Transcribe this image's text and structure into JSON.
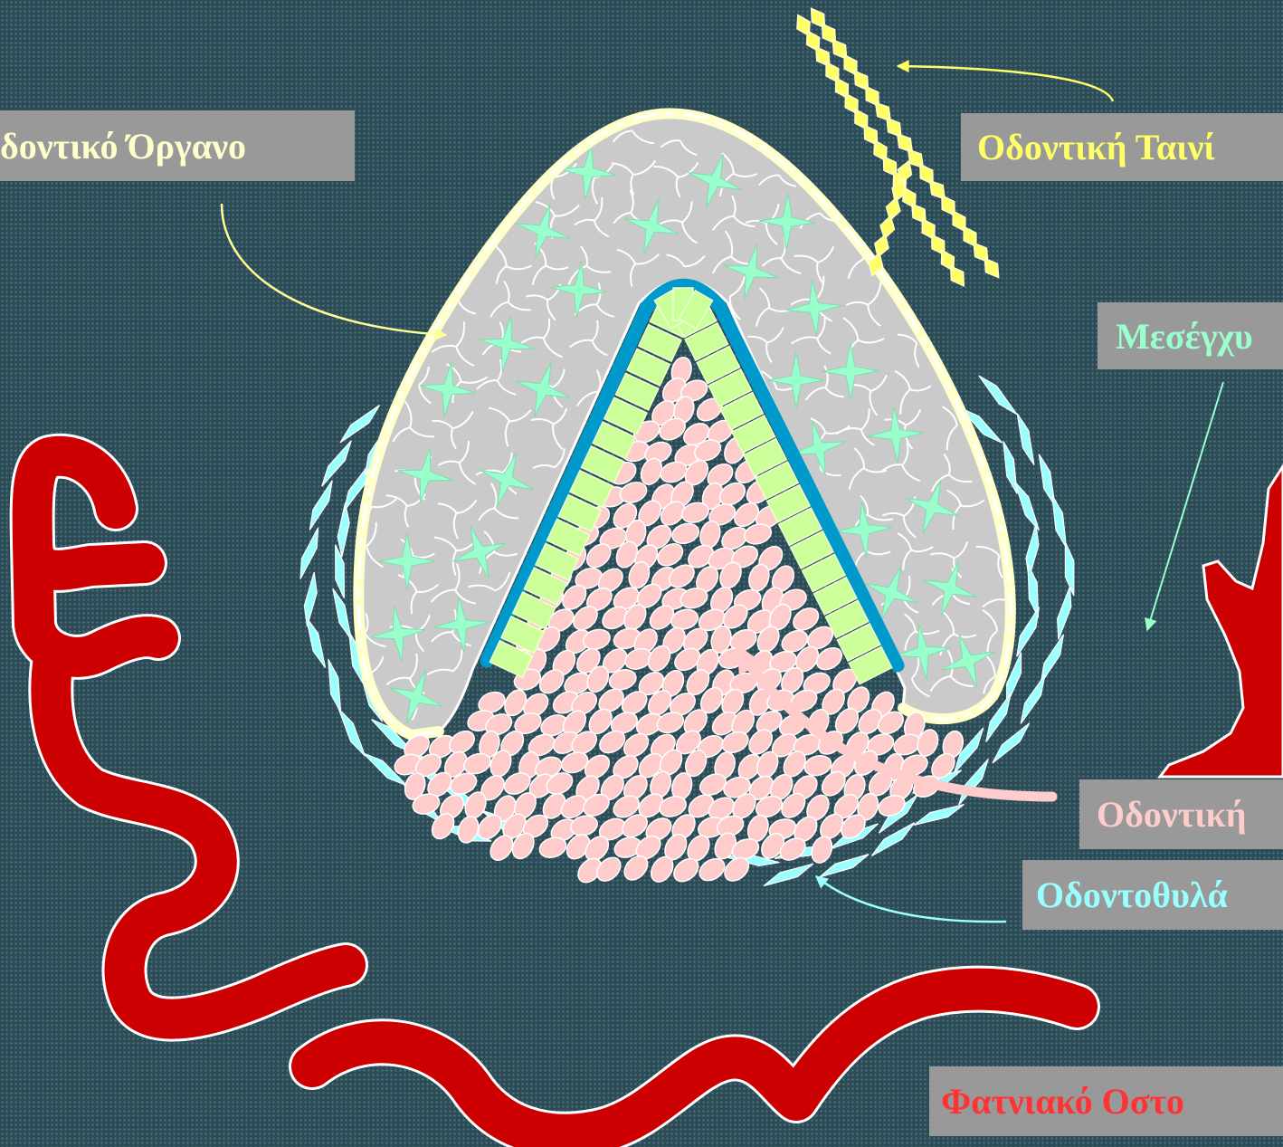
{
  "labels": {
    "enamel_organ": "δοντικό Όργανο",
    "dental_lamina": "Οδοντική Ταινί",
    "mesenchyme": "Μεσέγχυ",
    "dental_papilla": "Οδοντική",
    "dental_follicle": "Οδοντοθυλά",
    "alveolar_bone": "Φατνιακό Οστο"
  },
  "colors": {
    "label_box": "#999999",
    "enamel_organ_label": "#FFFFCC",
    "dental_lamina_label": "#FFFF66",
    "mesenchyme_label": "#99FFCC",
    "dental_papilla_label": "#FFCCCC",
    "dental_follicle_label": "#99FFFF",
    "alveolar_bone_label": "#FF3333",
    "enamel_organ_fill": "#CACACA",
    "stellate_cells": "#99FFCC",
    "outer_epithelium": "#FFFFCC",
    "blue_layer": "#0099CC",
    "columnar_cells": "#CCFF99",
    "papilla_cells": "#FFCCCC",
    "follicle_cells": "#99FFFF",
    "bone": "#CC0000",
    "lamina": "#FFFF66",
    "arrow_enamel": "#FFFF99",
    "arrow_lamina": "#FFFF66",
    "arrow_mesenchyme": "#99FFCC",
    "arrow_papilla": "#FFCCCC",
    "arrow_follicle": "#99FFFF"
  }
}
